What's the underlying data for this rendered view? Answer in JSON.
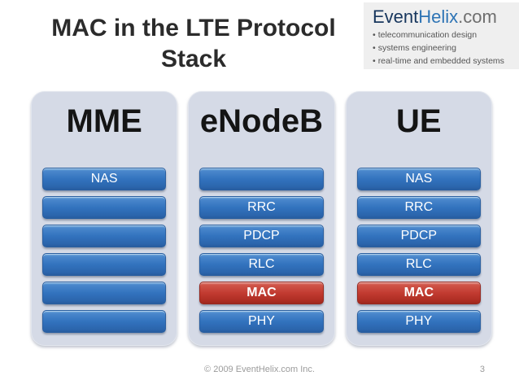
{
  "slide": {
    "title": "MAC in the LTE Protocol Stack",
    "footer": {
      "copyright": "© 2009 EventHelix.com Inc.",
      "page_number": "3"
    }
  },
  "logo": {
    "brand_prefix": "Event",
    "brand_mid": "Helix",
    "brand_suffix": ".com",
    "taglines": [
      "telecommunication design",
      "systems engineering",
      "real-time and embedded systems"
    ],
    "bullet_glyph": "•"
  },
  "colors": {
    "panel_background": "#d5dae6",
    "layer_blue": "#3273be",
    "layer_red": "#c23b31",
    "brand_navy": "#17365d",
    "brand_blue": "#2e74b5",
    "title_text": "#2b2b2b",
    "footer_text": "#9b9b9b"
  },
  "stack_columns": [
    {
      "title": "MME",
      "layers": [
        {
          "label": "NAS",
          "color": "blue"
        },
        {
          "label": "",
          "color": "blue"
        },
        {
          "label": "",
          "color": "blue"
        },
        {
          "label": "",
          "color": "blue"
        },
        {
          "label": "",
          "color": "blue"
        },
        {
          "label": "",
          "color": "blue"
        }
      ]
    },
    {
      "title": "eNodeB",
      "layers": [
        {
          "label": "",
          "color": "blue"
        },
        {
          "label": "RRC",
          "color": "blue"
        },
        {
          "label": "PDCP",
          "color": "blue"
        },
        {
          "label": "RLC",
          "color": "blue"
        },
        {
          "label": "MAC",
          "color": "red"
        },
        {
          "label": "PHY",
          "color": "blue"
        }
      ]
    },
    {
      "title": "UE",
      "layers": [
        {
          "label": "NAS",
          "color": "blue"
        },
        {
          "label": "RRC",
          "color": "blue"
        },
        {
          "label": "PDCP",
          "color": "blue"
        },
        {
          "label": "RLC",
          "color": "blue"
        },
        {
          "label": "MAC",
          "color": "red"
        },
        {
          "label": "PHY",
          "color": "blue"
        }
      ]
    }
  ]
}
